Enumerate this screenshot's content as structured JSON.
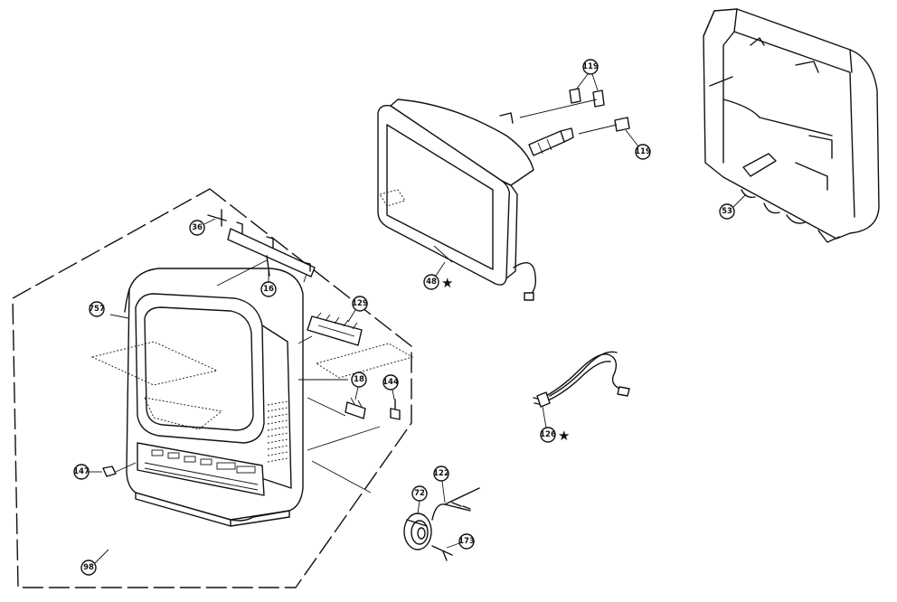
{
  "diagram": {
    "callouts": {
      "c36": "36",
      "c16": "16",
      "c757": "757",
      "c129": "129",
      "c18": "18",
      "c144": "144",
      "c147": "147",
      "c98": "98",
      "c72": "72",
      "c122": "122",
      "c173": "173",
      "c119a": "119",
      "c119b": "119",
      "c48": "48",
      "c53": "53",
      "c126": "126"
    },
    "star_symbol": "★"
  }
}
